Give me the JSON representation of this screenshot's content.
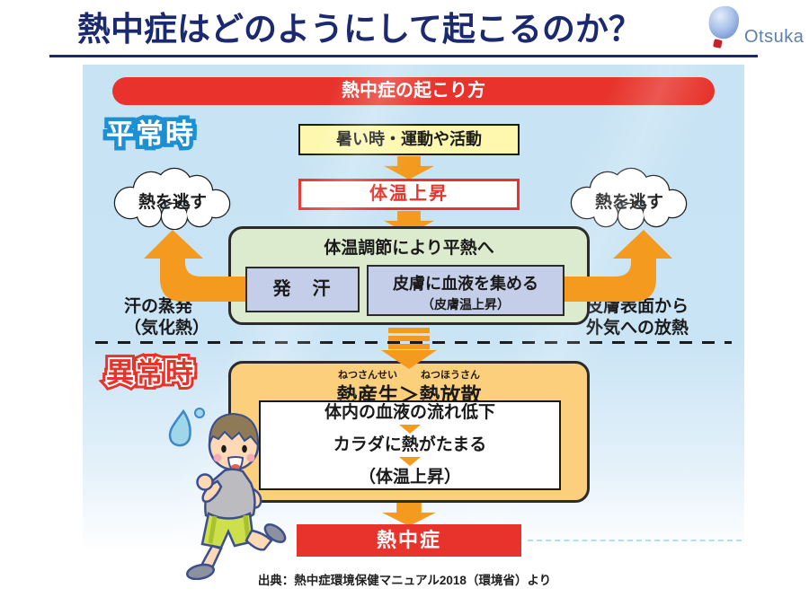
{
  "header": {
    "title": "熱中症はどのようにして起こるのか？",
    "logo_text": "Otsuka"
  },
  "diagram": {
    "banner": "熱中症の起こり方",
    "normal": {
      "label": "平常時",
      "trigger": "暑い時・運動や活動",
      "temp_rise": "体温上昇",
      "regulation_title": "体温調節により平熱へ",
      "sweating": "発　汗",
      "skin_blood": "皮膚に血液を集める",
      "skin_blood_sub": "（皮膚温上昇）",
      "cloud_text": "熱を逃す",
      "left_note_line1": "汗の蒸発",
      "left_note_line2": "（気化熱）",
      "right_note_line1": "皮膚表面から",
      "right_note_line2": "外気への放熱"
    },
    "abnormal": {
      "label": "異常時",
      "furigana_1": "ねつさんせい",
      "furigana_2": "ねつほうさん",
      "imbalance": "熱産生＞熱放散",
      "steps": [
        "体内の血液の流れ低下",
        "カラダに熱がたまる",
        "（体温上昇）"
      ],
      "result": "熱中症"
    }
  },
  "caption": "出典：熱中症環境保健マニュアル2018（環境省）より",
  "colors": {
    "accent_red": "#e7332b",
    "accent_orange": "#f49a1f",
    "title_navy": "#1b2a6e",
    "panel_blue": "#c8e4f4",
    "box_yellow": "#fdf8ad",
    "box_green": "#dceacd",
    "box_periwinkle": "#c4cee9",
    "box_orange": "#fccf7c",
    "label_blue": "#1e8fd2"
  }
}
